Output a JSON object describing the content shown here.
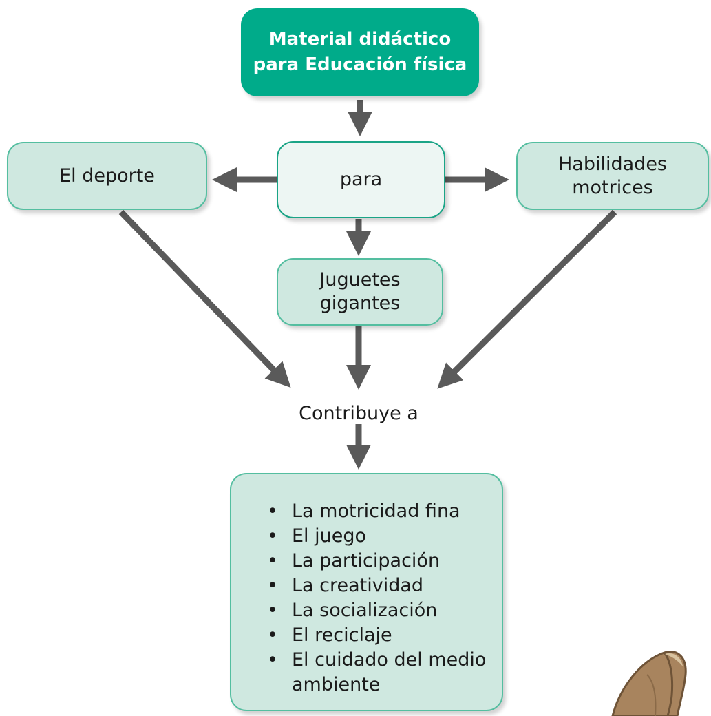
{
  "title_node": {
    "line1": "Material didáctico",
    "line2": "para Educación física"
  },
  "center_node": {
    "label": "para"
  },
  "left_node": {
    "label": "El deporte"
  },
  "right_node": {
    "line1": "Habilidades",
    "line2": "motrices"
  },
  "bottom_node": {
    "line1": "Juguetes",
    "line2": "gigantes"
  },
  "connector_label": "Contribuye a",
  "outcomes": {
    "bullet": "•",
    "items": [
      "La motricidad fina",
      "El juego",
      "La participación",
      "La creatividad",
      "La socialización",
      "El reciclaje",
      "El cuidado del medio"
    ],
    "continuation": "ambiente"
  },
  "colors": {
    "title_fill": "#00ab8a",
    "node_fill": "#cfe8e0",
    "node_border": "#54bea0",
    "arrow": "#5a5a5a"
  }
}
